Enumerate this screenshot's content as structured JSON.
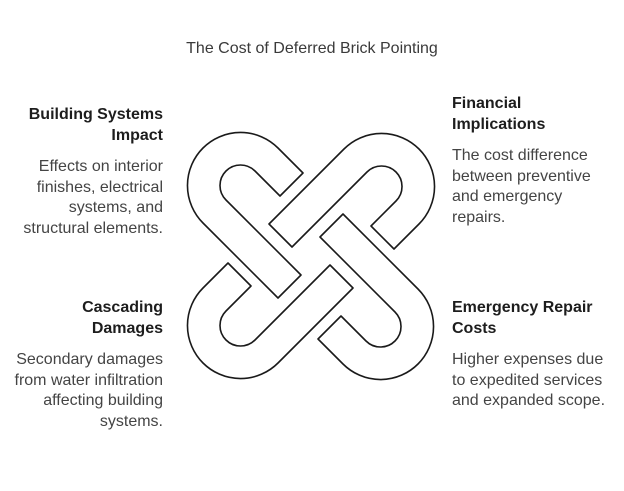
{
  "title": "The Cost of Deferred Brick Pointing",
  "items": [
    {
      "heading": "Building Systems Impact",
      "description": "Effects on interior finishes, electrical systems, and structural elements."
    },
    {
      "heading": "Financial Implications",
      "description": "The cost difference between preventive and emergency repairs."
    },
    {
      "heading": "Cascading Damages",
      "description": "Secondary damages from water infiltration affecting building systems."
    },
    {
      "heading": "Emergency Repair Costs",
      "description": "Higher expenses due to expedited services and expanded scope."
    }
  ],
  "colors": {
    "stroke": "#1a1a1a",
    "fill": "#ffffff",
    "heading": "#1d1d1d",
    "text": "#444444"
  },
  "icon": "interlocking-loops-knot"
}
